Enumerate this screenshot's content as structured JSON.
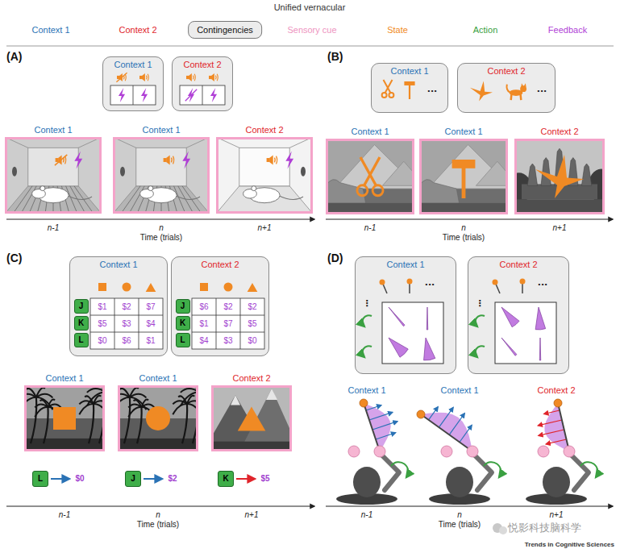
{
  "diagram": {
    "title": "Unified vernacular",
    "nodes": [
      {
        "text": [
          "Context 1"
        ]
      },
      {
        "text": [
          "Context 2"
        ]
      },
      {
        "text": [
          "Context 1"
        ]
      },
      {
        "text": [
          "Context 1"
        ]
      },
      {
        "text": [
          "Context 2"
        ]
      },
      {
        "text": [
          "Context 1"
        ]
      },
      {
        "text": [
          "Context 2"
        ]
      },
      {
        "text": [
          "Context 1"
        ]
      },
      {
        "text": [
          "Context 1"
        ]
      },
      {
        "text": [
          "Context 2"
        ]
      },
      {
        "text": [
          "Context 1"
        ]
      },
      {
        "text": [
          "J"
        ],
        "in": 10
      },
      {
        "text": [
          "K"
        ],
        "in": 10
      },
      {
        "text": [
          "L"
        ],
        "in": 10
      },
      {
        "text": [
          "Context 2"
        ]
      },
      {
        "text": [
          "J"
        ],
        "in": 14
      },
      {
        "text": [
          "K"
        ],
        "in": 14
      },
      {
        "text": [
          "L"
        ],
        "in": 14
      },
      {
        "text": [
          "Context 1"
        ]
      },
      {
        "text": [
          "Context 1"
        ]
      },
      {
        "text": [
          "Context 2"
        ]
      },
      {
        "text": [
          "L"
        ]
      },
      {
        "text": [
          "J"
        ]
      },
      {
        "text": [
          "K"
        ]
      },
      {
        "text": [
          "Context 1"
        ]
      },
      {
        "text": [
          "Context 2"
        ]
      }
    ],
    "labels": [
      "(A)",
      "n-1",
      "n",
      "n+1",
      "Time (trials)",
      "(B)",
      "...",
      "...",
      "n-1",
      "n",
      "n+1",
      "Time (trials)",
      "(C)",
      "$1",
      "$2",
      "$7",
      "$5",
      "$3",
      "$4",
      "$0",
      "$6",
      "$1",
      "$6",
      "$2",
      "$2",
      "$1",
      "$7",
      "$5",
      "$4",
      "$3",
      "$0",
      "$0",
      "$2",
      "$5",
      "n-1",
      "n",
      "n+1",
      "Time (trials)",
      "(D)",
      "...",
      "⋮",
      "...",
      "⋮",
      "Context 1",
      "Context 1",
      "Context 2",
      "n-1",
      "n",
      "n+1",
      "Time (trials)",
      "悦影科技脑科学",
      "Trends in Cognitive Sciences"
    ],
    "legend": [
      {
        "text": "Context 1",
        "color": "#2a72b5"
      },
      {
        "text": "Context 2",
        "color": "#e0242b"
      },
      {
        "text": "Contingencies"
      },
      {
        "text": "Sensory cue",
        "color": "#ee94c0"
      },
      {
        "text": "State",
        "color": "#f08a24"
      },
      {
        "text": "Action",
        "color": "#3aa041"
      },
      {
        "text": "Feedback",
        "color": "#b03fd6"
      }
    ]
  }
}
